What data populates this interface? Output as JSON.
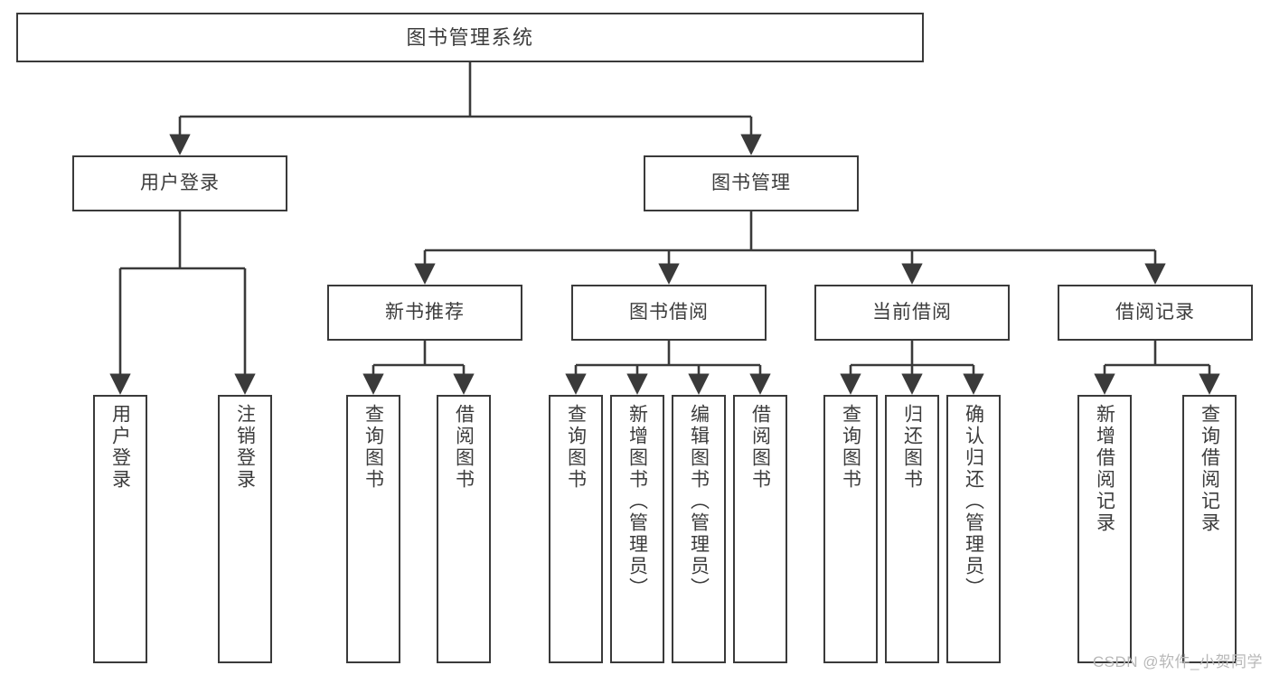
{
  "diagram": {
    "title": "图书管理系统",
    "type": "tree",
    "background_color": "#ffffff",
    "border_color": "#3a3a3a",
    "text_color": "#3c3c3c",
    "root": {
      "label": "图书管理系统"
    },
    "level2": [
      {
        "label": "用户登录"
      },
      {
        "label": "图书管理"
      }
    ],
    "level3": [
      {
        "label": "新书推荐"
      },
      {
        "label": "图书借阅"
      },
      {
        "label": "当前借阅"
      },
      {
        "label": "借阅记录"
      }
    ],
    "leaves": {
      "user_login": [
        {
          "label": "用户登录"
        },
        {
          "label": "注销登录"
        }
      ],
      "new_book_recommend": [
        {
          "label": "查询图书"
        },
        {
          "label": "借阅图书"
        }
      ],
      "book_borrow": [
        {
          "label": "查询图书"
        },
        {
          "label": "新增图书（管理员）"
        },
        {
          "label": "编辑图书（管理员）"
        },
        {
          "label": "借阅图书"
        }
      ],
      "current_borrow": [
        {
          "label": "查询图书"
        },
        {
          "label": "归还图书"
        },
        {
          "label": "确认归还（管理员）"
        }
      ],
      "borrow_record": [
        {
          "label": "新增借阅记录"
        },
        {
          "label": "查询借阅记录"
        }
      ]
    }
  },
  "watermark": {
    "text": "CSDN @软件_小贺同学"
  }
}
